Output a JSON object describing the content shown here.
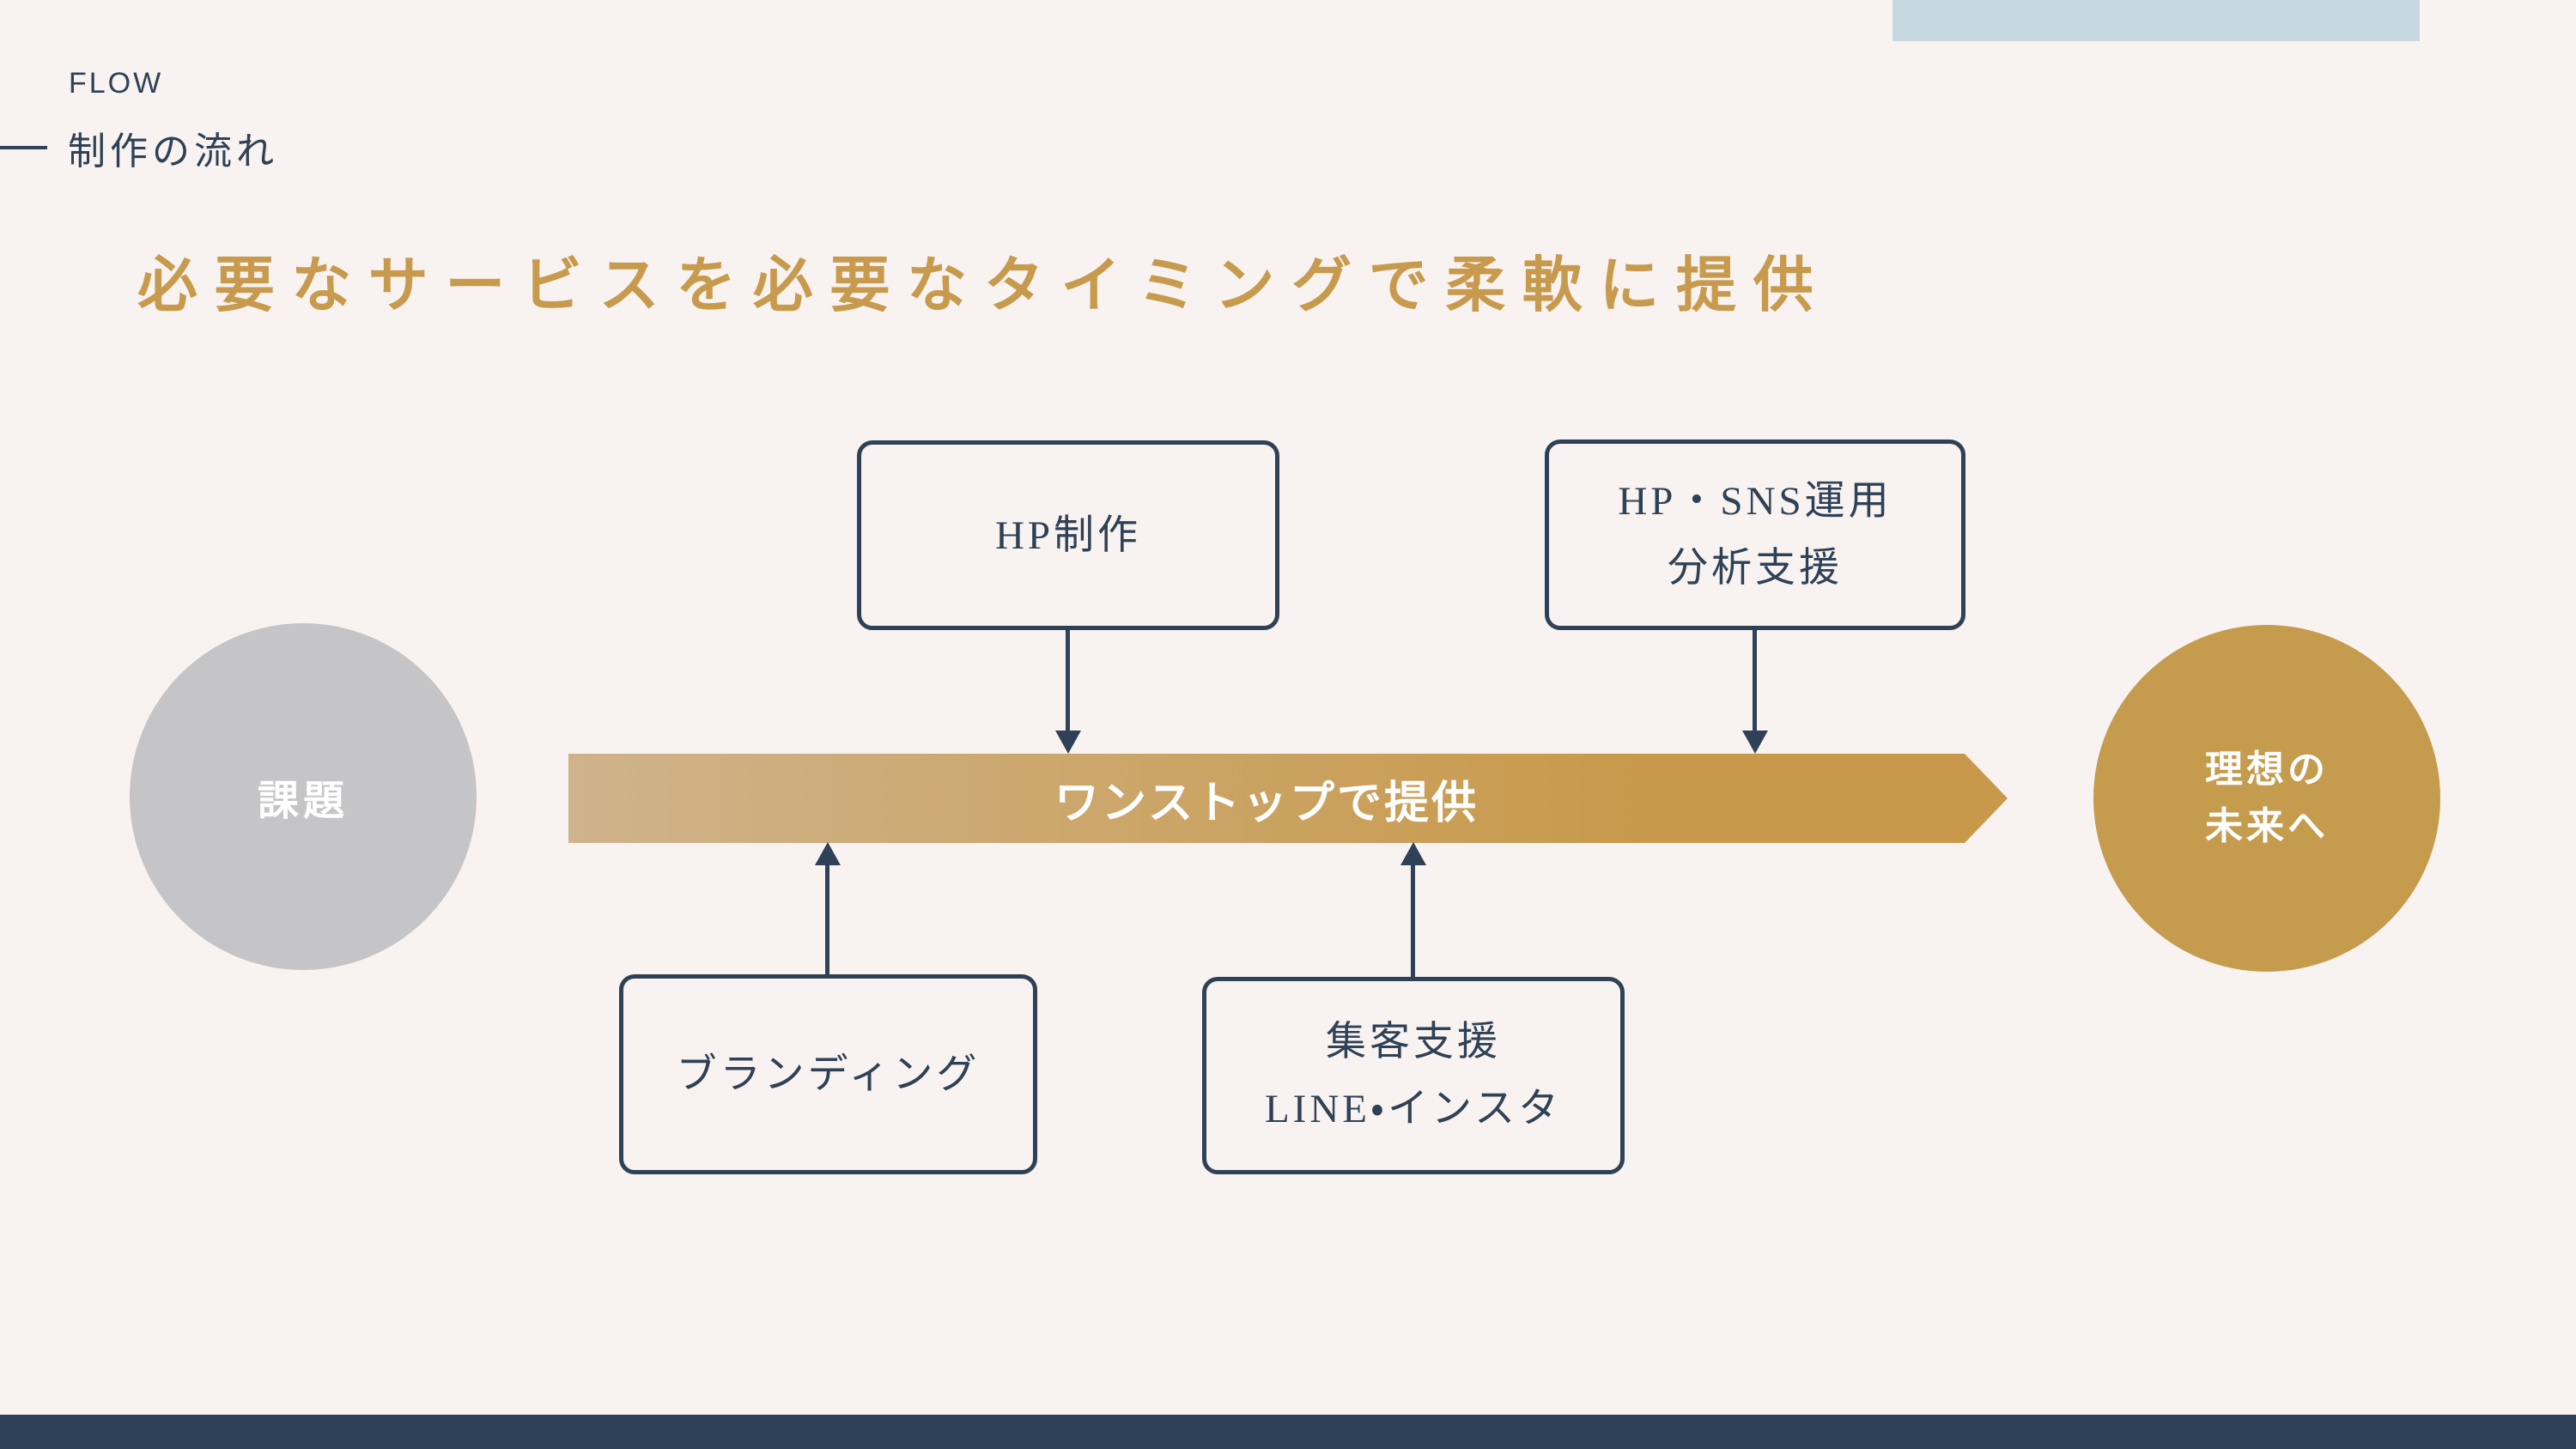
{
  "colors": {
    "bg": "#f8f3f0",
    "navy": "#2e4156",
    "gold-title": "#c79a4e",
    "band-start": "#cfb38b",
    "band-end": "#c8994a",
    "gray-circle": "#c5c4c6",
    "gold-circle": "#c59b4e",
    "blue-accent": "#c7d8e1",
    "text-on-dark": "#ffffff"
  },
  "header": {
    "eyebrow": "FLOW",
    "heading": "制作の流れ"
  },
  "title": "必要なサービスを必要なタイミングで柔軟に提供",
  "diagram": {
    "start_circle": {
      "label": "課題"
    },
    "band": {
      "label": "ワンストップで提供"
    },
    "end_circle": {
      "lines": [
        "理想の",
        "未来へ"
      ]
    },
    "top_boxes": [
      {
        "lines": [
          "HP制作"
        ]
      },
      {
        "lines": [
          "HP・SNS運用",
          "分析支援"
        ]
      }
    ],
    "bottom_boxes": [
      {
        "lines": [
          "ブランディング"
        ]
      },
      {
        "lines": [
          "集客支援",
          "LINE・インスタ"
        ]
      }
    ]
  }
}
